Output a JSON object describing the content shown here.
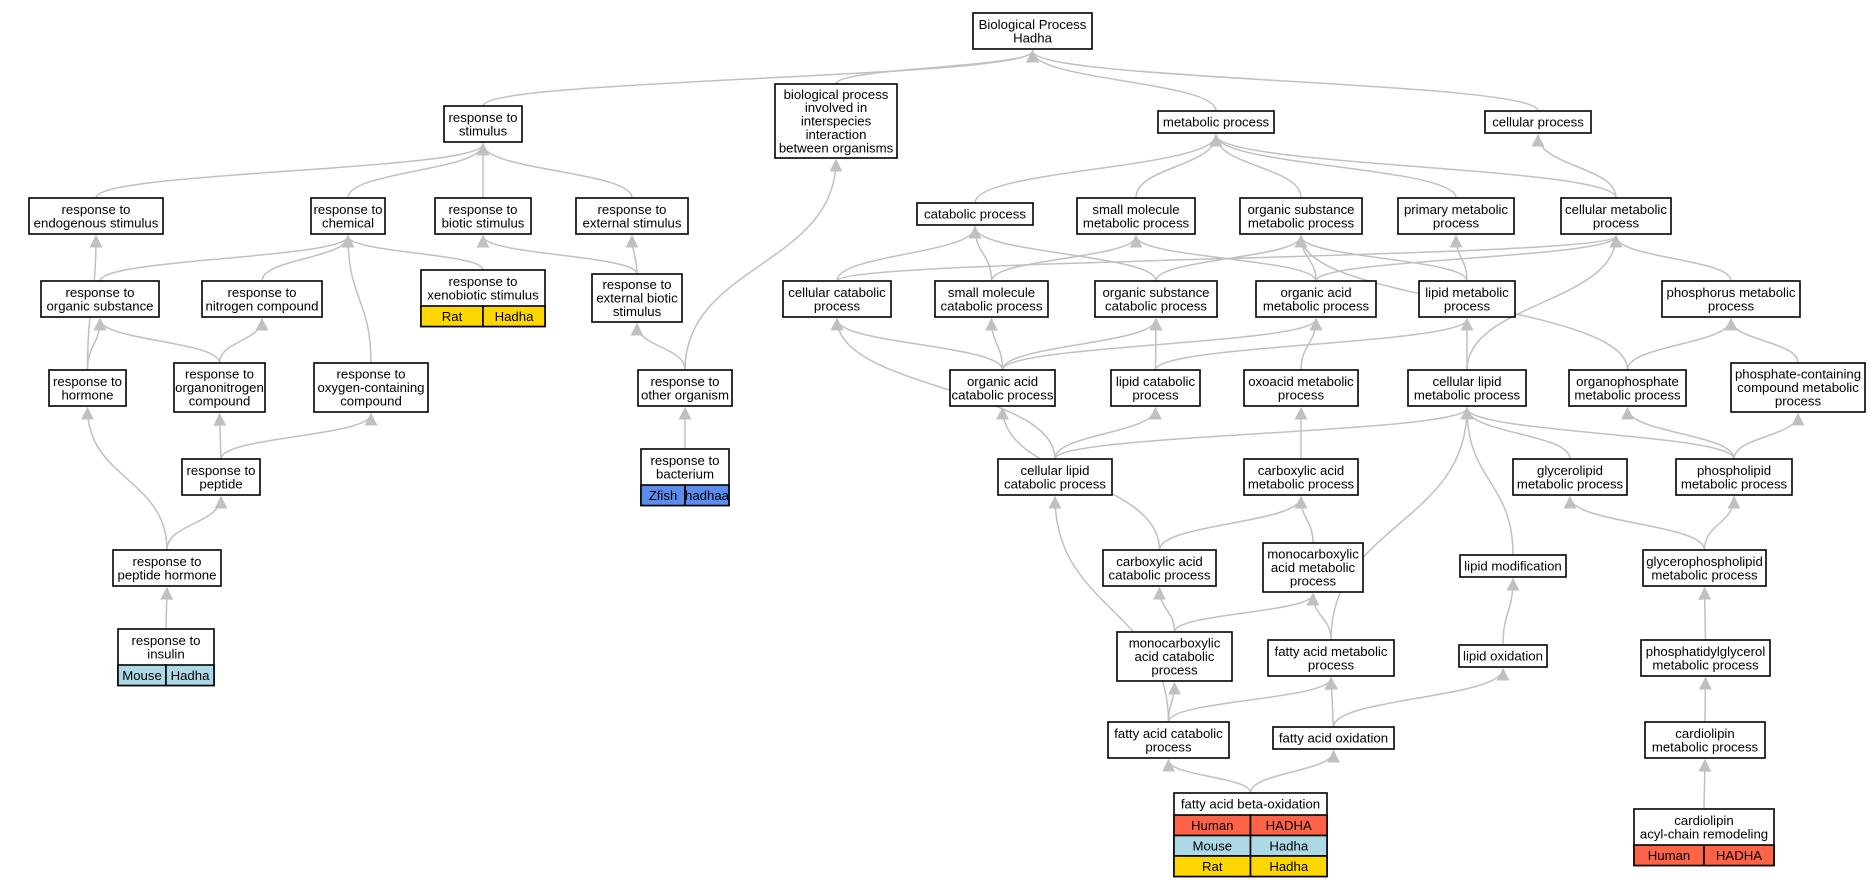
{
  "chart_data": {
    "type": "diagram",
    "title": "Biological Process\nHadha",
    "nodes": [
      {
        "id": "root",
        "label": "Biological Process\nHadha"
      },
      {
        "id": "stim",
        "label": "response to\nstimulus"
      },
      {
        "id": "bpint",
        "label": "biological process\ninvolved in\ninterspecies\ninteraction\nbetween organisms"
      },
      {
        "id": "metab",
        "label": "metabolic process"
      },
      {
        "id": "cell",
        "label": "cellular process"
      },
      {
        "id": "endo",
        "label": "response to\nendogenous stimulus"
      },
      {
        "id": "chem",
        "label": "response to\nchemical"
      },
      {
        "id": "biot",
        "label": "response to\nbiotic stimulus"
      },
      {
        "id": "ext",
        "label": "response to\nexternal stimulus"
      },
      {
        "id": "orgsub",
        "label": "response to\norganic substance"
      },
      {
        "id": "nitro",
        "label": "response to\nnitrogen compound"
      },
      {
        "id": "xeno",
        "label": "response to\nxenobiotic stimulus",
        "genes": [
          {
            "species": "Rat",
            "gene": "Hadha",
            "color": "#FFD700"
          }
        ]
      },
      {
        "id": "extbio",
        "label": "response to\nexternal biotic\nstimulus"
      },
      {
        "id": "horm",
        "label": "response to\nhormone"
      },
      {
        "id": "orgnit",
        "label": "response to\norganonitrogen\ncompound"
      },
      {
        "id": "oxy",
        "label": "response to\noxygen-containing\ncompound"
      },
      {
        "id": "other",
        "label": "response to\nother organism"
      },
      {
        "id": "bact",
        "label": "response to\nbacterium",
        "genes": [
          {
            "species": "Zfish",
            "gene": "hadhaa",
            "color": "#5B8DEF"
          }
        ]
      },
      {
        "id": "pep",
        "label": "response to\npeptide"
      },
      {
        "id": "pephorm",
        "label": "response to\npeptide hormone"
      },
      {
        "id": "ins",
        "label": "response to\ninsulin",
        "genes": [
          {
            "species": "Mouse",
            "gene": "Hadha",
            "color": "#ADD8E6"
          }
        ]
      },
      {
        "id": "catab",
        "label": "catabolic process"
      },
      {
        "id": "smm",
        "label": "small molecule\nmetabolic process"
      },
      {
        "id": "osm",
        "label": "organic substance\nmetabolic process"
      },
      {
        "id": "prim",
        "label": "primary metabolic\nprocess"
      },
      {
        "id": "cellmet",
        "label": "cellular metabolic\nprocess"
      },
      {
        "id": "cellcat",
        "label": "cellular catabolic\nprocess"
      },
      {
        "id": "smcat",
        "label": "small molecule\ncatabolic process"
      },
      {
        "id": "oscat",
        "label": "organic substance\ncatabolic process"
      },
      {
        "id": "oamet",
        "label": "organic acid\nmetabolic process"
      },
      {
        "id": "lipmet",
        "label": "lipid metabolic\nprocess"
      },
      {
        "id": "phosmet",
        "label": "phosphorus metabolic\nprocess"
      },
      {
        "id": "oacat",
        "label": "organic acid\ncatabolic process"
      },
      {
        "id": "lipcat",
        "label": "lipid catabolic\nprocess"
      },
      {
        "id": "oxoacid",
        "label": "oxoacid metabolic\nprocess"
      },
      {
        "id": "celllip",
        "label": "cellular lipid\nmetabolic process"
      },
      {
        "id": "orgphos",
        "label": "organophosphate\nmetabolic process"
      },
      {
        "id": "phoscomp",
        "label": "phosphate-containing\ncompound metabolic\nprocess"
      },
      {
        "id": "celllipcat",
        "label": "cellular lipid\ncatabolic process"
      },
      {
        "id": "carbmet",
        "label": "carboxylic acid\nmetabolic process"
      },
      {
        "id": "glyc",
        "label": "glycerolipid\nmetabolic process"
      },
      {
        "id": "phosphol",
        "label": "phospholipid\nmetabolic process"
      },
      {
        "id": "carbcat",
        "label": "carboxylic acid\ncatabolic process"
      },
      {
        "id": "monomet",
        "label": "monocarboxylic\nacid metabolic\nprocess"
      },
      {
        "id": "lipmod",
        "label": "lipid modification"
      },
      {
        "id": "glycphos",
        "label": "glycerophospholipid\nmetabolic process"
      },
      {
        "id": "monocat",
        "label": "monocarboxylic\nacid catabolic\nprocess"
      },
      {
        "id": "famet",
        "label": "fatty acid metabolic\nprocess"
      },
      {
        "id": "lipox",
        "label": "lipid oxidation"
      },
      {
        "id": "pgmet",
        "label": "phosphatidylglycerol\nmetabolic process"
      },
      {
        "id": "facat",
        "label": "fatty acid catabolic\nprocess"
      },
      {
        "id": "faox",
        "label": "fatty acid oxidation"
      },
      {
        "id": "cardmet",
        "label": "cardiolipin\nmetabolic process"
      },
      {
        "id": "fabeta",
        "label": "fatty acid beta-oxidation",
        "genes": [
          {
            "species": "Human",
            "gene": "HADHA",
            "color": "#FF6347"
          },
          {
            "species": "Mouse",
            "gene": "Hadha",
            "color": "#ADD8E6"
          },
          {
            "species": "Rat",
            "gene": "Hadha",
            "color": "#FFD700"
          }
        ]
      },
      {
        "id": "cardacyl",
        "label": "cardiolipin\nacyl-chain remodeling",
        "genes": [
          {
            "species": "Human",
            "gene": "HADHA",
            "color": "#FF6347"
          }
        ]
      }
    ],
    "edges": [
      [
        "stim",
        "root"
      ],
      [
        "bpint",
        "root"
      ],
      [
        "metab",
        "root"
      ],
      [
        "cell",
        "root"
      ],
      [
        "endo",
        "stim"
      ],
      [
        "chem",
        "stim"
      ],
      [
        "biot",
        "stim"
      ],
      [
        "ext",
        "stim"
      ],
      [
        "horm",
        "endo"
      ],
      [
        "orgsub",
        "chem"
      ],
      [
        "nitro",
        "chem"
      ],
      [
        "xeno",
        "chem"
      ],
      [
        "oxy",
        "chem"
      ],
      [
        "extbio",
        "biot"
      ],
      [
        "extbio",
        "ext"
      ],
      [
        "horm",
        "orgsub"
      ],
      [
        "orgnit",
        "orgsub"
      ],
      [
        "orgnit",
        "nitro"
      ],
      [
        "other",
        "extbio"
      ],
      [
        "other",
        "bpint"
      ],
      [
        "bact",
        "other"
      ],
      [
        "pep",
        "orgnit"
      ],
      [
        "pep",
        "oxy"
      ],
      [
        "pephorm",
        "horm"
      ],
      [
        "pephorm",
        "pep"
      ],
      [
        "ins",
        "pephorm"
      ],
      [
        "catab",
        "metab"
      ],
      [
        "smm",
        "metab"
      ],
      [
        "osm",
        "metab"
      ],
      [
        "prim",
        "metab"
      ],
      [
        "cellmet",
        "metab"
      ],
      [
        "cellmet",
        "cell"
      ],
      [
        "cellcat",
        "catab"
      ],
      [
        "cellcat",
        "cellmet"
      ],
      [
        "smcat",
        "catab"
      ],
      [
        "smcat",
        "smm"
      ],
      [
        "oscat",
        "catab"
      ],
      [
        "oscat",
        "osm"
      ],
      [
        "oamet",
        "smm"
      ],
      [
        "oamet",
        "osm"
      ],
      [
        "oamet",
        "cellmet"
      ],
      [
        "lipmet",
        "osm"
      ],
      [
        "lipmet",
        "prim"
      ],
      [
        "phosmet",
        "cellmet"
      ],
      [
        "oacat",
        "cellcat"
      ],
      [
        "oacat",
        "smcat"
      ],
      [
        "oacat",
        "oscat"
      ],
      [
        "oacat",
        "oamet"
      ],
      [
        "lipcat",
        "oscat"
      ],
      [
        "lipcat",
        "lipmet"
      ],
      [
        "oxoacid",
        "oamet"
      ],
      [
        "celllip",
        "cellmet"
      ],
      [
        "celllip",
        "lipmet"
      ],
      [
        "orgphos",
        "osm"
      ],
      [
        "orgphos",
        "phosmet"
      ],
      [
        "phoscomp",
        "phosmet"
      ],
      [
        "celllipcat",
        "cellcat"
      ],
      [
        "celllipcat",
        "lipcat"
      ],
      [
        "celllipcat",
        "celllip"
      ],
      [
        "carbmet",
        "oxoacid"
      ],
      [
        "glyc",
        "celllip"
      ],
      [
        "phosphol",
        "celllip"
      ],
      [
        "phosphol",
        "orgphos"
      ],
      [
        "phosphol",
        "phoscomp"
      ],
      [
        "carbcat",
        "oacat"
      ],
      [
        "carbcat",
        "carbmet"
      ],
      [
        "monomet",
        "carbmet"
      ],
      [
        "lipmod",
        "celllip"
      ],
      [
        "glycphos",
        "glyc"
      ],
      [
        "glycphos",
        "phosphol"
      ],
      [
        "monocat",
        "carbcat"
      ],
      [
        "monocat",
        "monomet"
      ],
      [
        "famet",
        "monomet"
      ],
      [
        "famet",
        "celllip"
      ],
      [
        "lipox",
        "lipmod"
      ],
      [
        "pgmet",
        "glycphos"
      ],
      [
        "facat",
        "celllipcat"
      ],
      [
        "facat",
        "monocat"
      ],
      [
        "facat",
        "famet"
      ],
      [
        "faox",
        "famet"
      ],
      [
        "faox",
        "lipox"
      ],
      [
        "cardmet",
        "pgmet"
      ],
      [
        "fabeta",
        "facat"
      ],
      [
        "fabeta",
        "faox"
      ],
      [
        "cardacyl",
        "cardmet"
      ]
    ]
  }
}
